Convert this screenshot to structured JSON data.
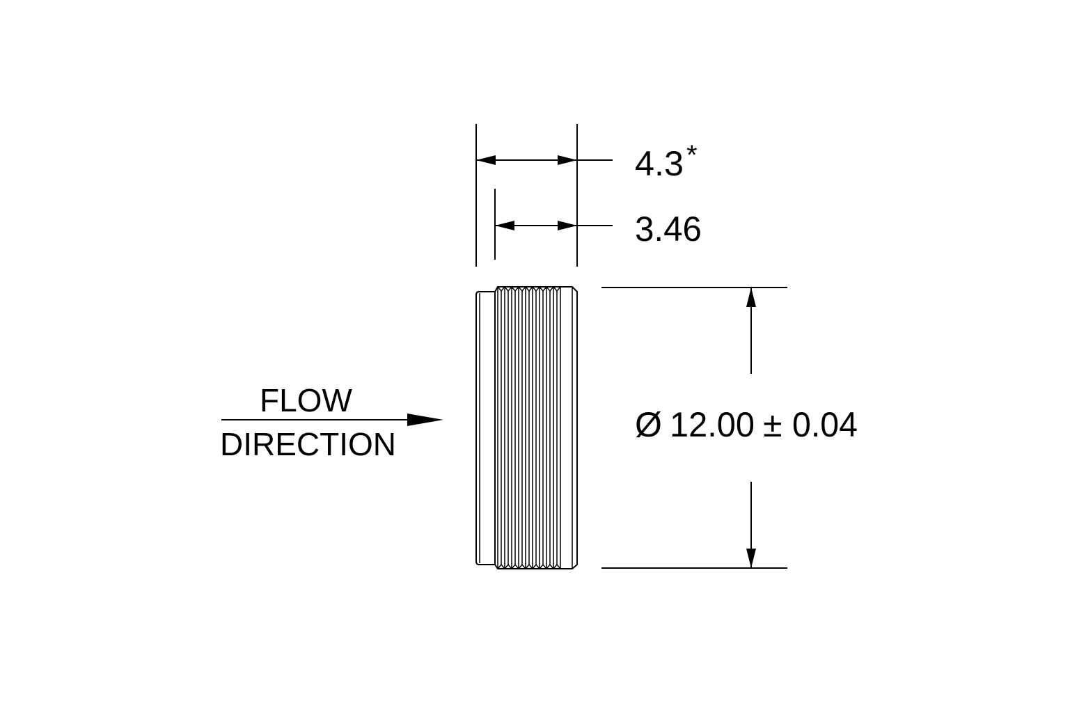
{
  "dimensions": {
    "overall_length": {
      "value": "4.3",
      "mark": "*"
    },
    "thread_length": {
      "value": "3.46"
    },
    "diameter": {
      "symbol": "Ø",
      "value": "12.00",
      "tolerance_symbol": "±",
      "tolerance": "0.04"
    }
  },
  "flow": {
    "line1": "FLOW",
    "line2": "DIRECTION"
  },
  "colors": {
    "line": "#000000",
    "background": "#ffffff"
  }
}
